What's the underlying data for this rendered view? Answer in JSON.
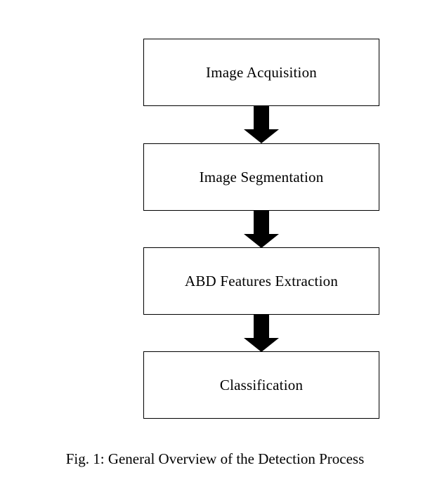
{
  "diagram": {
    "steps": [
      {
        "label": "Image Acquisition"
      },
      {
        "label": "Image Segmentation"
      },
      {
        "label": "ABD Features Extraction"
      },
      {
        "label": "Classification"
      }
    ],
    "caption": "Fig. 1: General Overview of the Detection Process"
  },
  "colors": {
    "box_border": "#000000",
    "arrow_fill": "#000000",
    "background": "#ffffff"
  },
  "icons": {
    "connector": "down-arrow-icon"
  }
}
